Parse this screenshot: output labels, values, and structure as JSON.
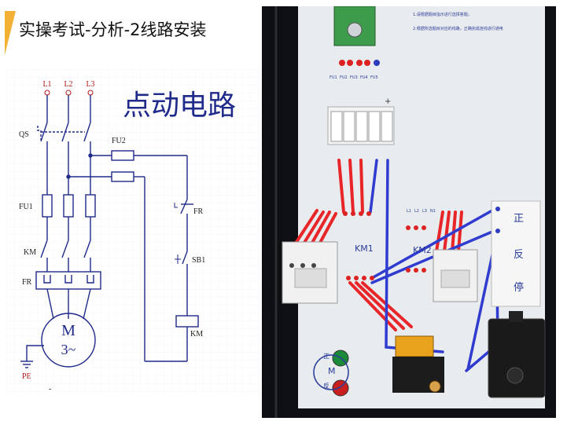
{
  "slide": {
    "title": "实操考试-分析-2线路安装"
  },
  "schematic": {
    "title": "点动电路",
    "phase_labels": [
      "L1",
      "L2",
      "L3"
    ],
    "labels": {
      "qs": "QS",
      "fu1": "FU1",
      "fu2": "FU2",
      "km_main": "KM",
      "fr_main": "FR",
      "fr_ctrl": "FR",
      "sb1": "SB1",
      "km_coil": "KM",
      "motor_m": "M",
      "motor_phase": "3~",
      "pe": "PE",
      "dash": "-"
    }
  },
  "photo": {
    "fuse_labels": [
      "FU1",
      "FU2",
      "FU3",
      "FU4",
      "FU5"
    ],
    "instructions": [
      "1.请根据题目指示进行选择答题；",
      "2.根据所选题目对应的线路，正确完成连线进行通电"
    ],
    "contactor_1": "KM1",
    "contactor_2": "KM2",
    "terminal_labels": [
      "L1",
      "L2",
      "L3",
      "N1"
    ],
    "button_labels": [
      "正",
      "反",
      "停"
    ],
    "motor_labels": [
      "正",
      "M",
      "反"
    ],
    "colors": {
      "wire_red": "#e8262a",
      "wire_blue": "#2f3ccf",
      "panel": "#e9ecef",
      "schematic_line": "#1f2a8a",
      "title_accent": "#f2b134"
    }
  }
}
